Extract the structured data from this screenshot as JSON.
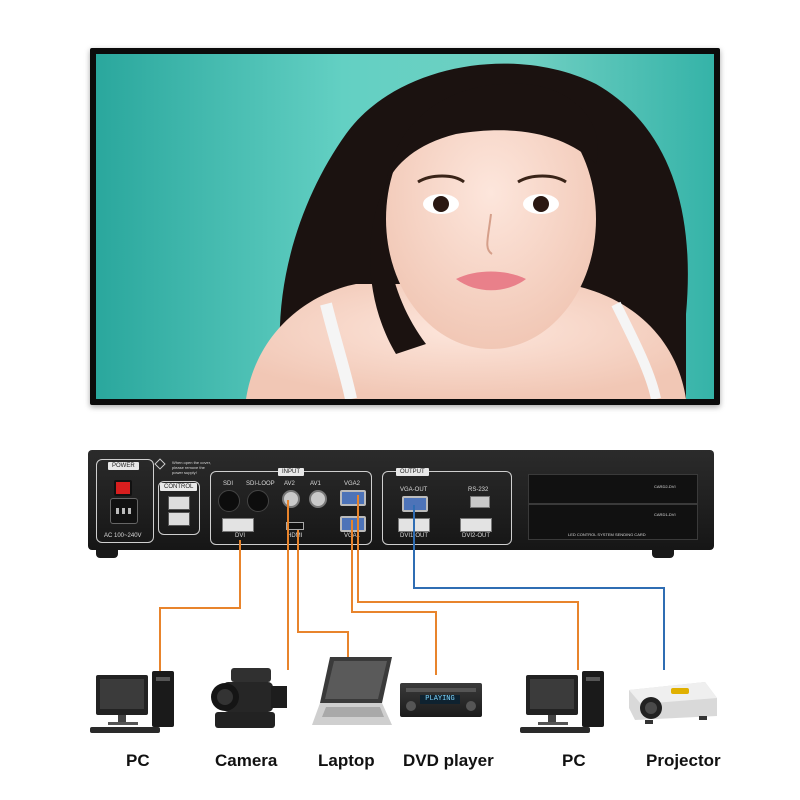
{
  "device": {
    "power_label": "POWER",
    "warning_text": "When open the cover, please remove the power supply!",
    "ac_label": "AC 100~240V",
    "control_label": "CONTROL",
    "input_label": "INPUT",
    "output_label": "OUTPUT",
    "sdi_label": "SDI",
    "sdi_loop_label": "SDI-LOOP",
    "av2_label": "AV2",
    "av1_label": "AV1",
    "vga2_label": "VGA2",
    "dvi_label": "DVI",
    "hdmi_label": "HDMI",
    "vga1_label": "VGA1",
    "vga_out_label": "VGA-OUT",
    "rs232_label": "RS-232",
    "dvi1_out_label": "DVI1-OUT",
    "dvi2_out_label": "DVI2-OUT",
    "card2_label": "CARD2-DVI",
    "card1_label": "CARD1-DVI",
    "sending_card_label": "LED CONTROL SYSTEM SENDING CARD"
  },
  "dvd_display_text": "PLAYING",
  "captions": {
    "pc1": "PC",
    "camera": "Camera",
    "laptop": "Laptop",
    "dvd": "DVD player",
    "pc2": "PC",
    "projector": "Projector"
  },
  "colors": {
    "input_cable": "#e8842c",
    "output_cable": "#2f6db3"
  }
}
